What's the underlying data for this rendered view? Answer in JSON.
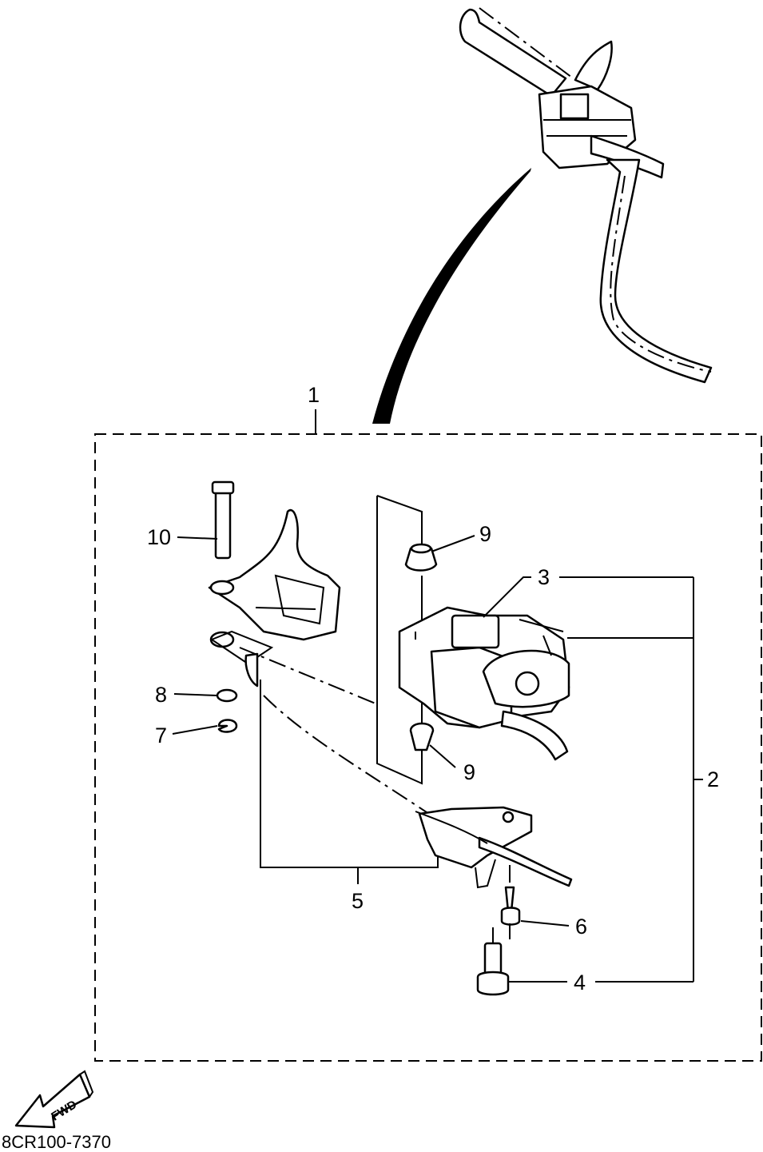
{
  "callouts": {
    "c1": "1",
    "c2": "2",
    "c3": "3",
    "c4": "4",
    "c5": "5",
    "c6": "6",
    "c7": "7",
    "c8": "8",
    "c9_top": "9",
    "c9_bottom": "9",
    "c10": "10"
  },
  "fwd_label": "FWD",
  "drawing_code": "8CR100-7370"
}
